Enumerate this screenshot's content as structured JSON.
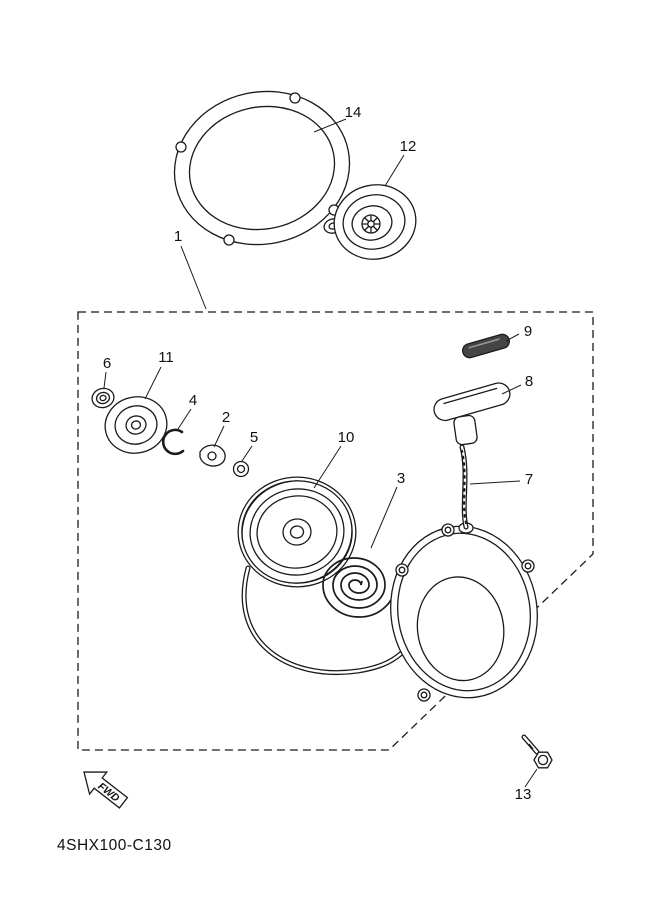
{
  "diagram": {
    "part_code": "4SHX100-C130",
    "fwd_label": "FWD",
    "line_color": "#1b1b1b",
    "cap_color": "#454545",
    "callouts": {
      "c1": "1",
      "c2": "2",
      "c3": "3",
      "c4": "4",
      "c5": "5",
      "c6": "6",
      "c7": "7",
      "c8": "8",
      "c9": "9",
      "c10": "10",
      "c11": "11",
      "c12": "12",
      "c13": "13",
      "c14": "14"
    }
  }
}
